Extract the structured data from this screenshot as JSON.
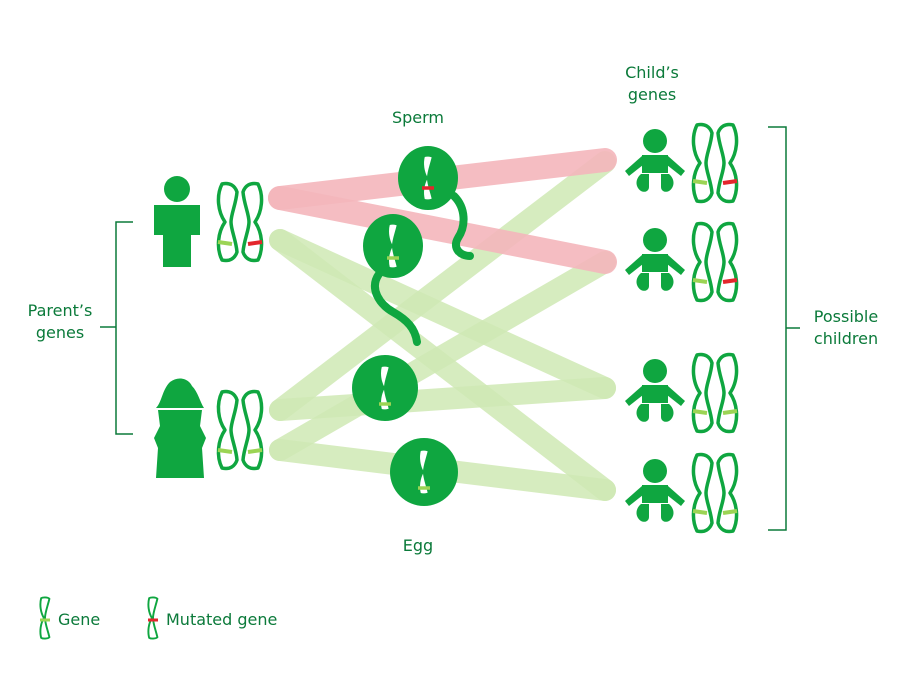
{
  "labels": {
    "sperm": "Sperm",
    "egg": "Egg",
    "childs_genes_line1": "Child’s",
    "childs_genes_line2": "genes",
    "parents_genes_line1": "Parent’s",
    "parents_genes_line2": "genes",
    "possible_children_line1": "Possible",
    "possible_children_line2": "children"
  },
  "legend": {
    "gene": "Gene",
    "mutated_gene": "Mutated gene"
  },
  "colors": {
    "green": "#0fa640",
    "label_green": "#0b7a3a",
    "normal_gene": "#9bd454",
    "mutated_gene": "#e3262c",
    "band_normal": "#cfe9b4",
    "band_mutated": "#f4b6bb"
  }
}
